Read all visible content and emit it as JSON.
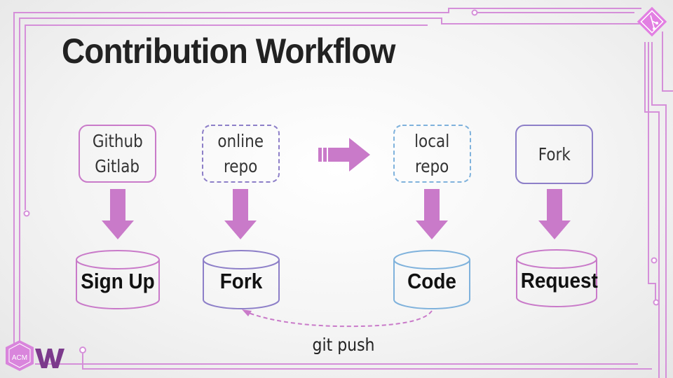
{
  "slide": {
    "title": "Contribution Workflow"
  },
  "columns": [
    {
      "top_lines": [
        "Github",
        "Gitlab"
      ],
      "cylinder_label": "Sign Up"
    },
    {
      "top_lines": [
        "online",
        "repo"
      ],
      "cylinder_label": "Fork"
    },
    {
      "top_lines": [
        "local",
        "repo"
      ],
      "cylinder_label": "Code"
    },
    {
      "top_lines": [
        "Fork"
      ],
      "cylinder_label": "Request"
    }
  ],
  "connector": {
    "label": "git push"
  },
  "logo": {
    "text": "ACM"
  },
  "colors": {
    "accent": "#c97ac9",
    "arrow": "#c97ac9",
    "purple": "#8d7fc8",
    "blue": "#7fb2dc",
    "text": "#222222"
  }
}
